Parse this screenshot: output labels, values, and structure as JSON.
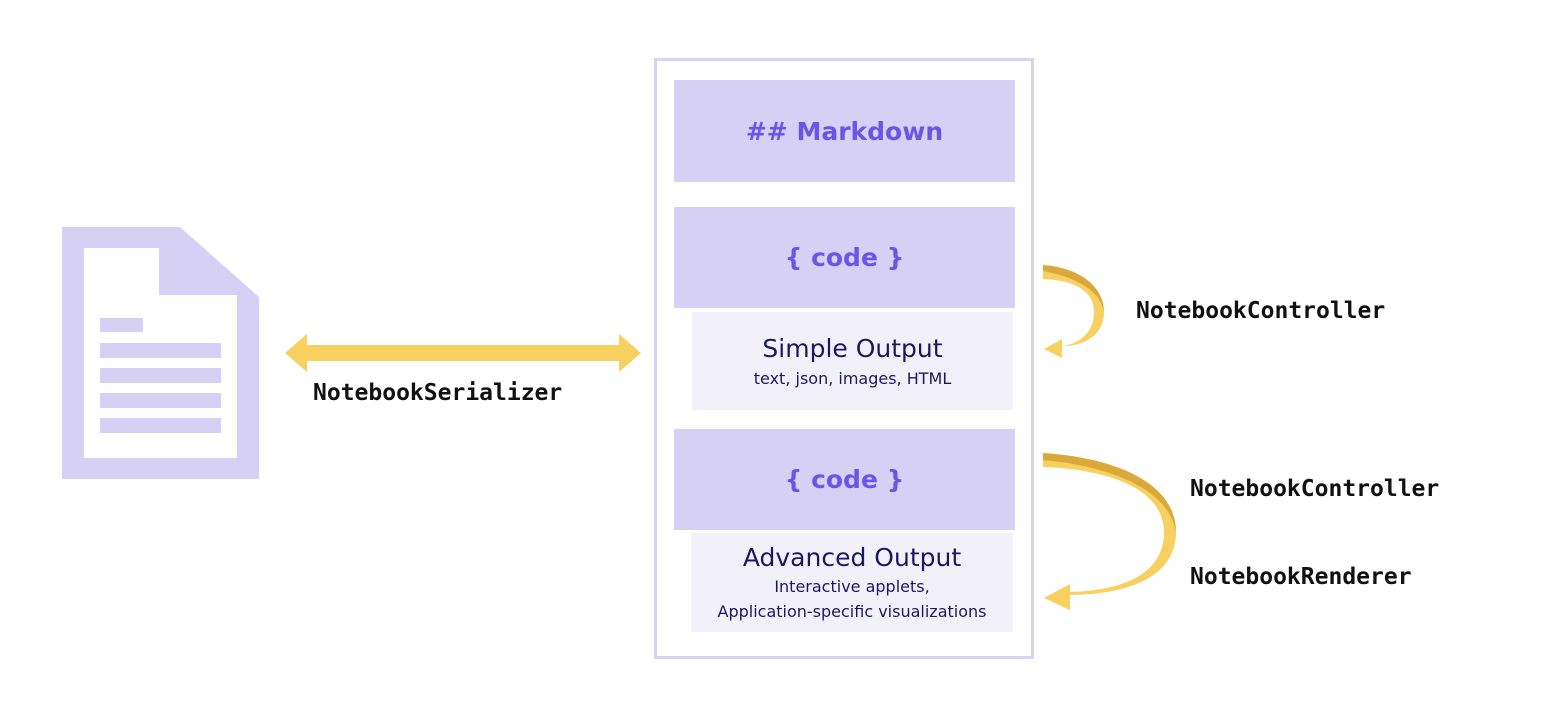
{
  "colors": {
    "document": "#d6d0f5",
    "cell_background": "#d6d0f5",
    "cell_text": "#6a55e6",
    "output_background": "#f2f1fa",
    "output_text": "#1c1860",
    "arrow": "#f7d060",
    "frame_border": "#d8d3f5"
  },
  "icons": {
    "document": "document-icon",
    "serializer_arrow": "double-arrow",
    "controller_arrow": "curved-arrow"
  },
  "notebook": {
    "markdown_cell": "## Markdown",
    "code_cell_1": "{ code }",
    "simple_output": {
      "title": "Simple Output",
      "subtitle": "text, json, images, HTML"
    },
    "code_cell_2": "{ code }",
    "advanced_output": {
      "title": "Advanced Output",
      "subtitle_line1": "Interactive applets,",
      "subtitle_line2": "Application-specific visualizations"
    }
  },
  "labels": {
    "serializer": "NotebookSerializer",
    "controller_simple": "NotebookController",
    "controller_advanced": "NotebookController",
    "renderer": "NotebookRenderer"
  }
}
